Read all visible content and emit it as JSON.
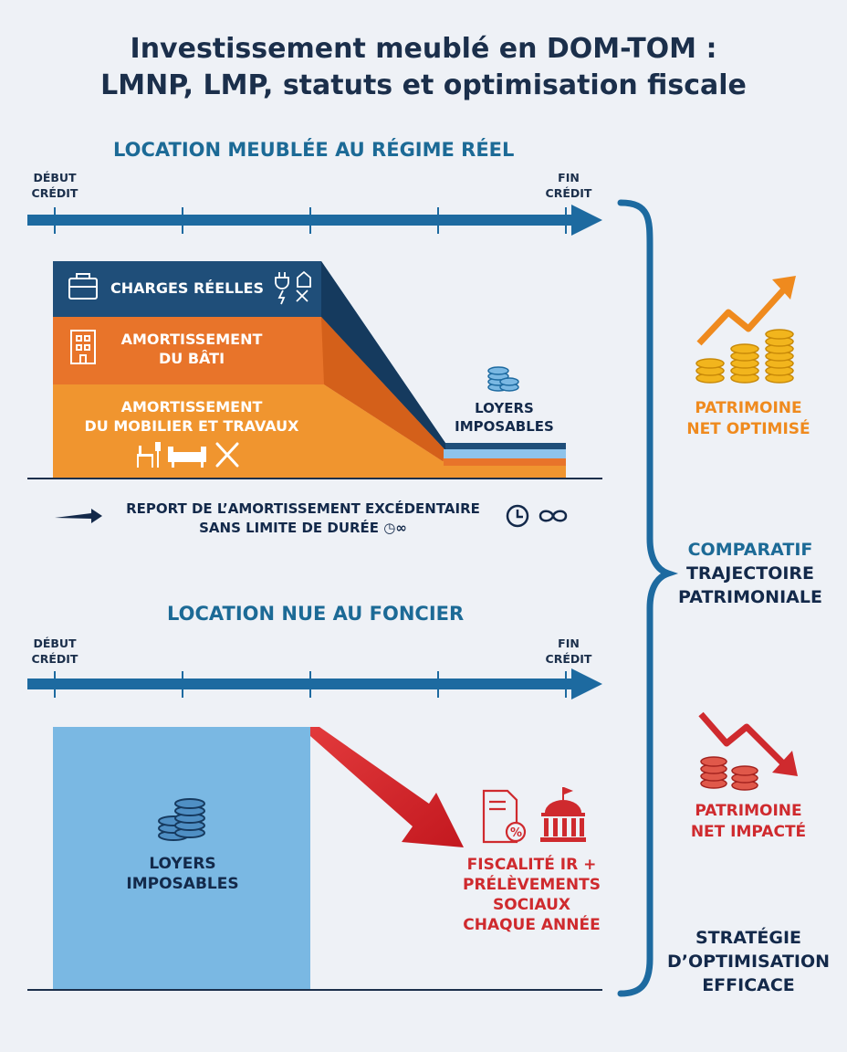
{
  "title": {
    "line1": "Investissement meublé en DOM-TOM :",
    "line2": "LMNP, LMP, statuts et optimisation fiscale"
  },
  "meuble": {
    "heading": "LOCATION MEUBLÉE AU RÉGIME RÉEL",
    "start_label": [
      "DÉBUT",
      "CRÉDIT"
    ],
    "end_label": [
      "FIN",
      "CRÉDIT"
    ],
    "bands": {
      "charges": "CHARGES RÉELLES",
      "amort_bati": [
        "AMORTISSEMENT",
        "DU BÂTI"
      ],
      "amort_mobilier": [
        "AMORTISSEMENT",
        "DU MOBILIER ET TRAVAUX"
      ]
    },
    "loyers": [
      "LOYERS",
      "IMPOSABLES"
    ],
    "report": [
      "REPORT DE L’AMORTISSEMENT EXCÉDENTAIRE",
      "SANS LIMITE DE DURÉE"
    ]
  },
  "nue": {
    "heading": "LOCATION NUE AU FONCIER",
    "start_label": [
      "DÉBUT",
      "CRÉDIT"
    ],
    "end_label": [
      "FIN",
      "CRÉDIT"
    ],
    "loyers": [
      "LOYERS",
      "IMPOSABLES"
    ],
    "fiscalite": [
      "FISCALITÉ IR +",
      "PRÉLÈVEMENTS",
      "SOCIAUX",
      "CHAQUE ANNÉE"
    ]
  },
  "side": {
    "optimise": [
      "PATRIMOINE",
      "NET OPTIMISÉ"
    ],
    "comparatif": [
      "COMPARATIF",
      "TRAJECTOIRE",
      "PATRIMONIALE"
    ],
    "impacte": [
      "PATRIMOINE",
      "NET IMPACTÉ"
    ],
    "strategie": [
      "STRATÉGIE",
      "D’OPTIMISATION",
      "EFFICACE"
    ]
  },
  "colors": {
    "navy": "#1f4e79",
    "orange_mid": "#e8742a",
    "orange_light": "#f0952f",
    "blue_light": "#7ab8e3",
    "red": "#cf2a2e",
    "gold": "#f2b51d",
    "timeline": "#1d6aa0"
  }
}
